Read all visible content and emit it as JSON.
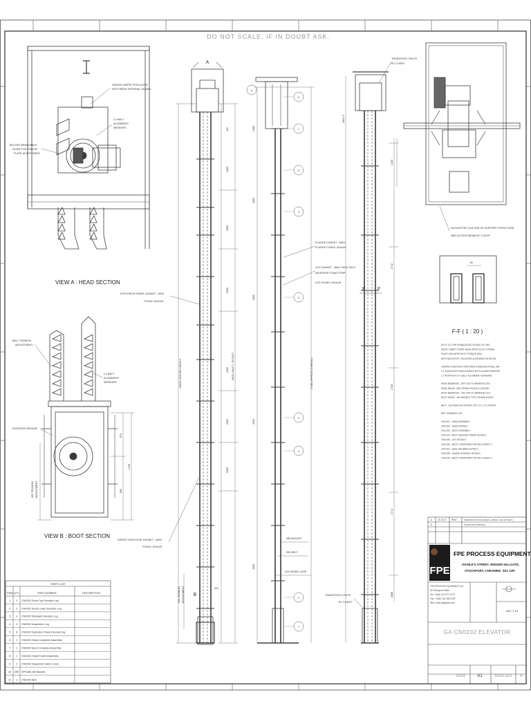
{
  "sheet": {
    "stamp": "DO NOT SCALE.   IF IN DOUBT ASK."
  },
  "views": {
    "head_title": "VIEW A : HEAD SECTION",
    "boot_title": "VIEW B : BOOT SECTION",
    "section_title": "F-F ( 1 : 20 )",
    "section_dim": "50",
    "section_marker": "F",
    "view_marker_a": "A",
    "view_marker_b": "B"
  },
  "annotations": {
    "hinged_door": [
      "HINGED INSPECTION DOOR",
      "WITH MESH INTERNAL GUARD"
    ],
    "belt_sensors_head": [
      "2 x BELT",
      "ALIGNMENT",
      "SENSORS"
    ],
    "bolted_door": [
      "BOLTED REMOVABLE",
      "DOOR FOR THROAT",
      "PLATE ADJUSTMENT"
    ],
    "belt_tension": [
      "BELT TENSION",
      "ADJUSTMENT"
    ],
    "belt_sensors_boot": [
      "2 x BELT",
      "ALIGNMENT",
      "SENSORS"
    ],
    "rotation_sensor": "ROTATION SENSOR",
    "explosion_gasket": [
      "EXPLOSION PANEL GASKET : A610",
      "FIXING: M12x25"
    ],
    "inspection_gasket": [
      "INSPECTION DOOR GASKET : A603",
      "FIXING: M10x25"
    ],
    "flange_gasket": [
      "FLANGE GASKET : A603",
      "FLANGE FIXING: M10x25"
    ],
    "leg_gasket": [
      "LEG GASKET : 38x5 THICK SELF",
      "ADHESIVE FOAM STRIP",
      "LEG FIXING: M10x25"
    ],
    "transition_top": [
      "TRANSITION CHUTE",
      "BY CLIENT"
    ],
    "transition_bottom": [
      "TRANSITION CHUTE",
      "BY CLIENT"
    ],
    "support_structure": [
      "SUGGESTED OUTLINE OF SUPPORT STRUCTURE",
      "AND ACCESS BEAM BY CLIENT"
    ],
    "bucket": "285 BUCKET",
    "belt": "320 BELT",
    "inside_case": "410 INSIDE CASE",
    "tension_boot": [
      "300 TENSION",
      "ADJUSTMENT"
    ],
    "tension_leg": [
      "300 TENSION",
      "ADJUSTMENT"
    ]
  },
  "dimensions": {
    "leg1": [
      "2891.5",
      "1800",
      "4500",
      "4500",
      "4500",
      "4500",
      "8000"
    ],
    "centre_height": "26503 CENTRE HEIGHT",
    "inlet_outlet": "26431 INLET / OUTLET",
    "overall": "27382 APPROX OVERALL",
    "leg1_sections": [
      "1800",
      "2990",
      "2990",
      "2990",
      "2990",
      "2990"
    ],
    "leg3": [
      "2891.5",
      "1250",
      "2742",
      "2728",
      "2714",
      "2688"
    ],
    "boot": [
      "575",
      "1225",
      "650"
    ],
    "top_small": "401",
    "boot_small": "424"
  },
  "balloons": [
    "6",
    "1",
    "5",
    "2",
    "5",
    "5",
    "9",
    "2",
    "7"
  ],
  "notes": [
    "DUTY: 42 T/HR GRANULATED SUGAR 0.8 T/M3",
    "DRIVE: KBWTT 5.5KW GEAR DRIVE 50 HZ 3 PHASE",
    "SHAFT MOUNTED WITH TORQUE ARM",
    "WITH BACKSTOP, COUNTERCLOCKWISE ROTATION",
    "CASING CONSTRUCTION FROM STAINLESS STEEL 304",
    "2 x 1100x6 EXPLOSION PANELS WITH ALARM SENSORS",
    "1 x ROTATION & 4 x BELT ALIGNMENT SENSORS",
    "HEAD BEARINGS - SKF SNT PLUMMER BLOCK",
    "HEAD DRUM - 450 CROWN FACED & LAGGED",
    "BOOT BEARINGS - SKF SNT PLUMMER BLOCK",
    "BOOT DRUM - 450 WINGED TYPE CROWN FACED",
    "BELT - 320 WIDE POLYESTER 3 PLY 5 x 1.5 COVERS",
    "REF. DRAWING LIST",
    "CN0-001 - HEAD ASSEMBLY",
    "CN0-002 - HEAD DETAILS",
    "CN0-003 - BOOT ASSEMBLY",
    "CN0-004 - BOOT WELDED FRAME DETAILS",
    "CN0-005 - LEG DETAILS",
    "CN0-006 - BOOT COMPONENT DETAILS SHEET 1",
    "CN0-007 - SEAL HOUSING DETAILS",
    "CN0-008 - GUARD HOUSING DETAILS",
    "CN0-009 - BOOT COMPONENT DETAILS SHEET 2"
  ],
  "parts_list": {
    "title": "PARTS LIST",
    "headers": [
      "ITEM",
      "QTY",
      "PART NUMBER",
      "DESCRIPTION"
    ],
    "rows": [
      [
        "1",
        "2",
        "CN0202 Short Top Elevator Leg",
        ""
      ],
      [
        "2",
        "2",
        "CN0202 Short Lower Elevator Leg",
        ""
      ],
      [
        "3",
        "4",
        "CN0202 Standard Elevator Leg",
        ""
      ],
      [
        "4",
        "2",
        "CN0202 Inspection Leg",
        ""
      ],
      [
        "5",
        "8",
        "CN0202 Explosion Panel Elevator leg",
        ""
      ],
      [
        "6",
        "1",
        "CN0202 Head Complete Assembly",
        ""
      ],
      [
        "7",
        "1",
        "CN0202 Boot Complete Assembly",
        ""
      ],
      [
        "8",
        "1",
        "CN0202 Head Frame Assembly",
        ""
      ],
      [
        "9",
        "2",
        "CN0202 Inspection Hatch Cover",
        ""
      ],
      [
        "10",
        "265",
        "SPS280-165 Bucket",
        ""
      ],
      [
        "11",
        "1",
        "CN0202 Belt",
        ""
      ]
    ]
  },
  "title_block": {
    "revisions": [
      [
        "A",
        "15.10.13",
        "RKW",
        "DIMENSION FIXINGS ADDED + INSIDE / OUTLET MODS"
      ],
      [
        "A",
        "",
        "",
        "ISSUED FOR APPROVAL"
      ]
    ],
    "logo": "FPE",
    "company": "FPE PROCESS EQUIPMENT LTD.",
    "address": [
      "OKHILE'S STREET, WINGER HILLGATE,",
      "STOCKPORT, CHESHIRE. SK1 3JR"
    ],
    "contact": [
      "FPE PROCESS EQUIPMENT Ltd",
      "UK Stockport Office",
      "Tel: +44(0) 161 477 4775",
      "Fax: +44(0) 161 480 6197",
      "Web: www.fpeglobal.com"
    ],
    "scale": "1:60 / 1:15",
    "drawing_title": "GA CN0202 ELEVATOR",
    "job_no": "5333",
    "size": "A1",
    "drawing_no": "5333-101",
    "rev": "A"
  },
  "colors": {
    "line": "#3a3a3a",
    "thin": "#6a6a6a",
    "faint": "#b0b0b0",
    "logo_bg": "#1c1c1c"
  }
}
